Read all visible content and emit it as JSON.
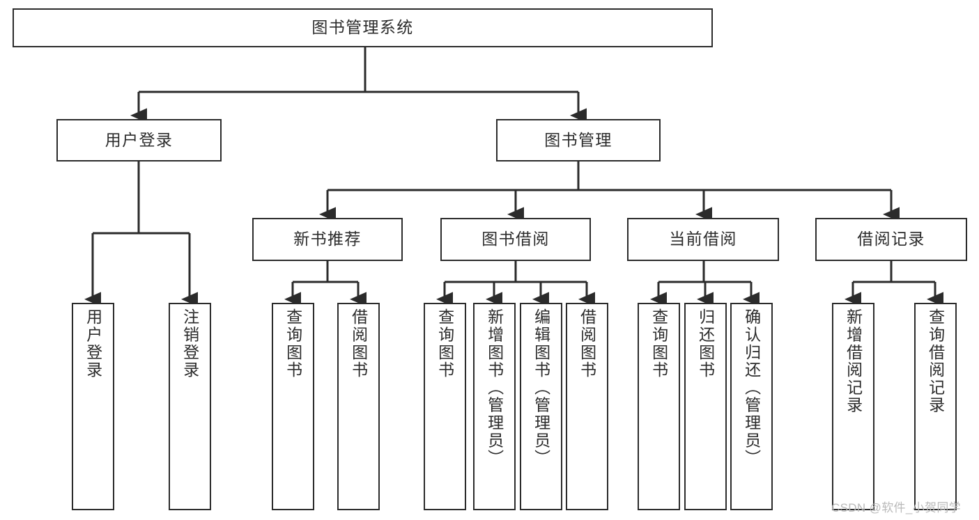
{
  "diagram": {
    "type": "tree",
    "title": "图书管理系统",
    "root": {
      "label": "图书管理系统"
    },
    "level2": [
      {
        "label": "用户登录"
      },
      {
        "label": "图书管理"
      }
    ],
    "level3": [
      {
        "label": "新书推荐"
      },
      {
        "label": "图书借阅"
      },
      {
        "label": "当前借阅"
      },
      {
        "label": "借阅记录"
      }
    ],
    "leaves_user_login": [
      {
        "label": "用户登录"
      },
      {
        "label": "注销登录"
      }
    ],
    "leaves_new_books": [
      {
        "label": "查询图书"
      },
      {
        "label": "借阅图书"
      }
    ],
    "leaves_borrow": [
      {
        "label": "查询图书"
      },
      {
        "label": "新增图书（管理员）"
      },
      {
        "label": "编辑图书（管理员）"
      },
      {
        "label": "借阅图书"
      }
    ],
    "leaves_current": [
      {
        "label": "查询图书"
      },
      {
        "label": "归还图书"
      },
      {
        "label": "确认归还（管理员）"
      }
    ],
    "leaves_records": [
      {
        "label": "新增借阅记录"
      },
      {
        "label": "查询借阅记录"
      }
    ]
  },
  "watermark": {
    "text": "CSDN @软件_小贺同学"
  },
  "colors": {
    "stroke": "#2b2b2b",
    "background": "#ffffff",
    "text": "#2b2b2b",
    "watermark": "#b9b9b9"
  }
}
